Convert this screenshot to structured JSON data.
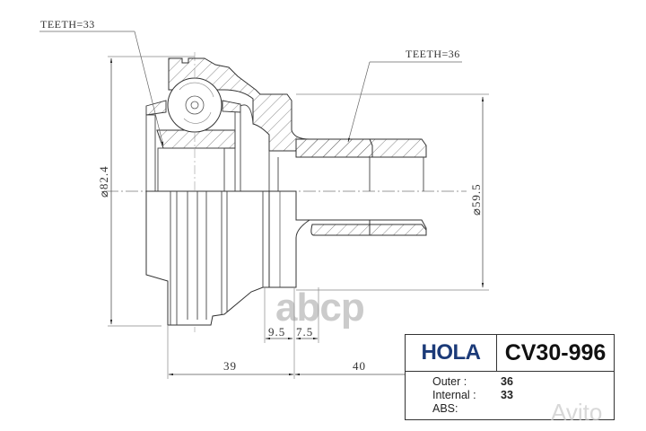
{
  "drawing": {
    "labels": {
      "teeth_internal": "TEETH=33",
      "teeth_outer": "TEETH=36"
    },
    "dimensions": {
      "outer_diameter": "⌀82.4",
      "shaft_diameter": "⌀59.5",
      "length_left": "39",
      "length_right": "40",
      "offset_a": "9.5",
      "offset_b": "7.5"
    }
  },
  "info_table": {
    "brand": "HOLA",
    "part_number": "CV30-996",
    "rows": [
      {
        "key": "Outer :",
        "value": "36"
      },
      {
        "key": "Internal :",
        "value": "33"
      },
      {
        "key": "ABS:",
        "value": ""
      }
    ]
  },
  "watermarks": {
    "abcp": "abcp",
    "avito": "Avito"
  }
}
